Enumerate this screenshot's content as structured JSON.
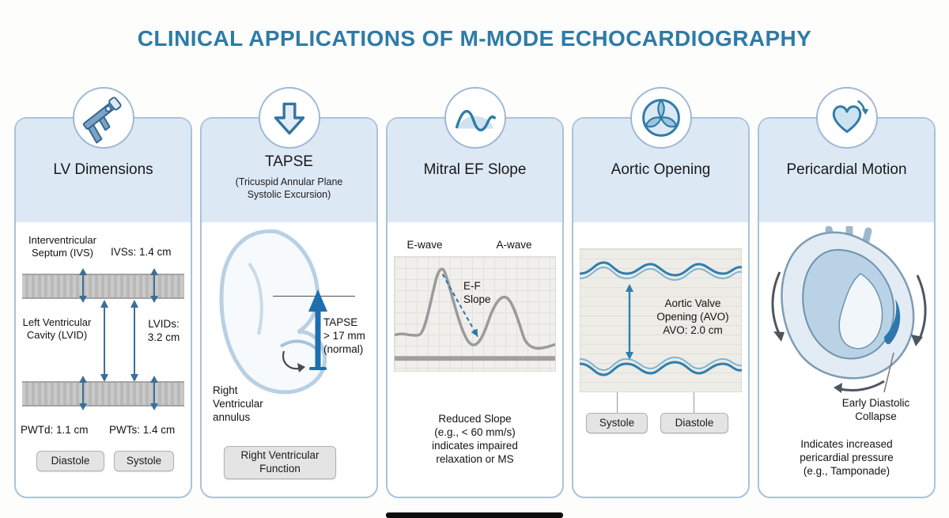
{
  "title": "CLINICAL APPLICATIONS OF M-MODE ECHOCARDIOGRAPHY",
  "colors": {
    "accent": "#2e7ba7",
    "header_fill": "#dde8f5",
    "panel_border": "#a9c3da",
    "tapse_arrow": "#1d6fad"
  },
  "panels": {
    "lv": {
      "title": "LV Dimensions",
      "icon": "caliper-icon",
      "ivs_label": "Interventricular\nSeptum (IVS)",
      "ivss_value": "IVSs: 1.4 cm",
      "lvid_label": "Left Ventricular\nCavity (LVID)",
      "lvids_value": "LVIDs:\n3.2 cm",
      "pwtd_value": "PWTd: 1.1 cm",
      "pwts_value": "PWTs: 1.4 cm",
      "btn_diastole": "Diastole",
      "btn_systole": "Systole"
    },
    "tapse": {
      "title": "TAPSE",
      "icon": "down-arrow-icon",
      "subtitle": "(Tricuspid Annular Plane\nSystolic Excursion)",
      "measure_label": "TAPSE\n> 17 mm\n(normal)",
      "annulus_label": "Right\nVentricular\nannulus",
      "btn_function": "Right Ventricular\nFunction"
    },
    "mitral": {
      "title": "Mitral EF Slope",
      "icon": "wave-icon",
      "e_wave": "E-wave",
      "a_wave": "A-wave",
      "ef_slope": "E-F\nSlope",
      "note": "Reduced Slope\n(e.g., < 60 mm/s)\nindicates impaired\nrelaxation or MS"
    },
    "aortic": {
      "title": "Aortic Opening",
      "icon": "aortic-valve-icon",
      "avo_label": "Aortic Valve\nOpening (AVO)\nAVO: 2.0 cm",
      "btn_systole": "Systole",
      "btn_diastole": "Diastole"
    },
    "pericardial": {
      "title": "Pericardial Motion",
      "icon": "heart-icon",
      "collapse_label": "Early Diastolic\nCollapse",
      "note": "Indicates increased\npericardial pressure\n(e.g., Tamponade)"
    }
  }
}
